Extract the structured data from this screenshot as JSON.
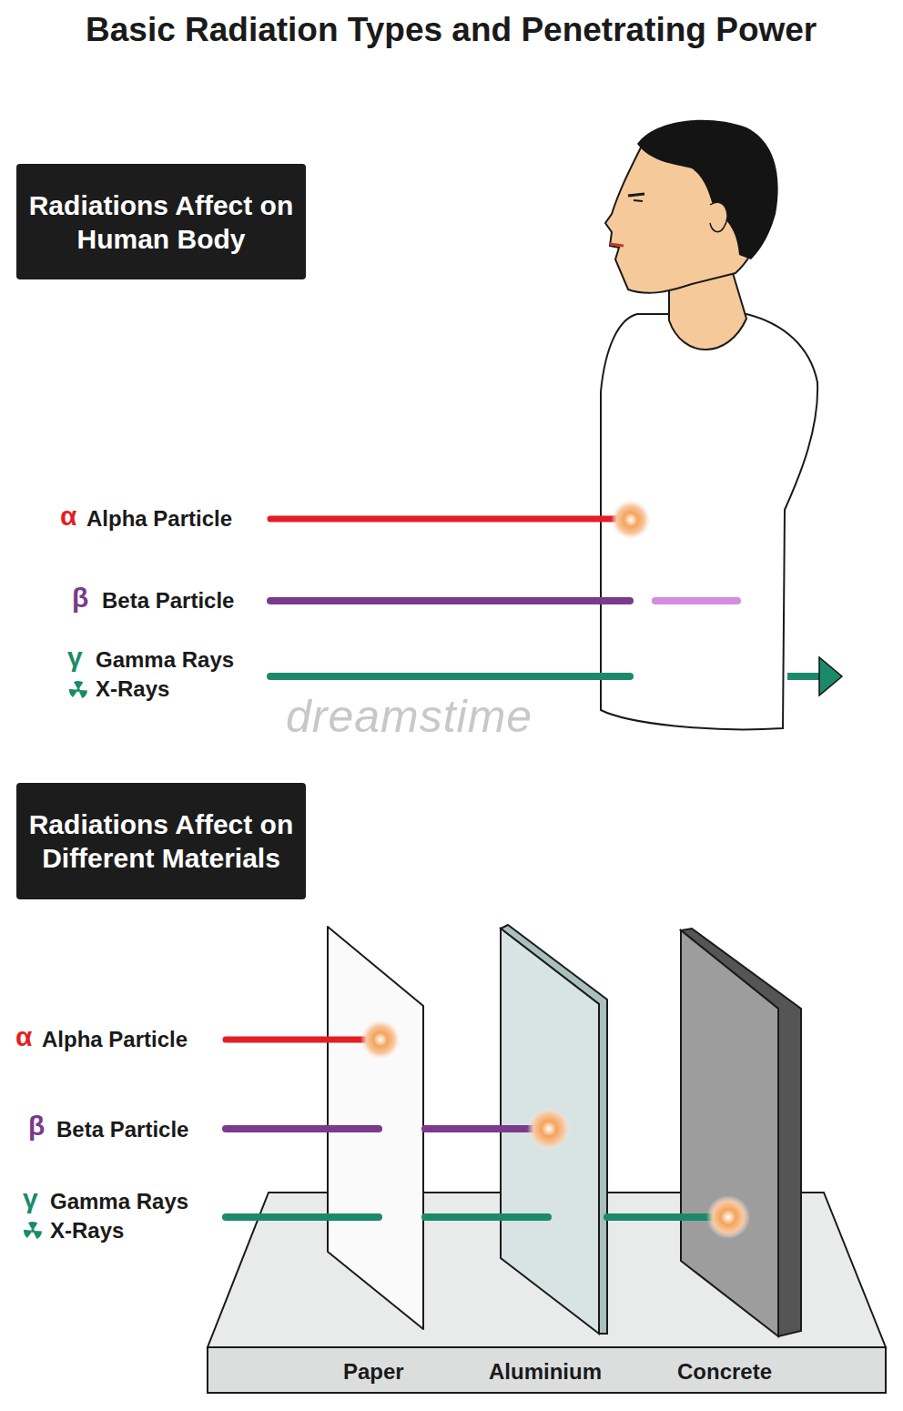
{
  "diagram": {
    "title": "Basic Radiation Types and Penetrating Power",
    "nodes": [
      {
        "text": [
          "Radiations Affect on Human Body"
        ]
      },
      {
        "text": [
          "Radiations Affect on Different Materials"
        ]
      }
    ],
    "labels": [
      "α",
      "Alpha Particle",
      "β",
      "Beta Particle",
      "γ",
      "Gamma Rays",
      "X-Rays",
      "dreamstime",
      "α",
      "Alpha Particle",
      "β",
      "Beta Particle",
      "γ",
      "Gamma Rays",
      "X-Rays",
      "Paper",
      "Aluminium",
      "Concrete"
    ]
  }
}
